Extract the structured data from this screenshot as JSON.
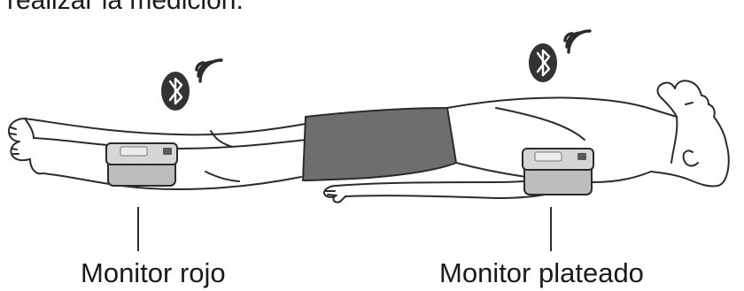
{
  "instruction_fragment": "realizar la medición.",
  "labels": {
    "red_monitor": "Monitor rojo",
    "silver_monitor": "Monitor plateado"
  },
  "icons": {
    "bluetooth_left": "bluetooth-icon",
    "bluetooth_right": "bluetooth-icon",
    "wifi_left": "wireless-signal-icon",
    "wifi_right": "wireless-signal-icon"
  },
  "colors": {
    "outline": "#2b2b2b",
    "shorts": "#6e6e6e",
    "monitor_body": "#d6d6d6",
    "monitor_band": "#bdbdbd",
    "bluetooth_badge": "#333333"
  }
}
